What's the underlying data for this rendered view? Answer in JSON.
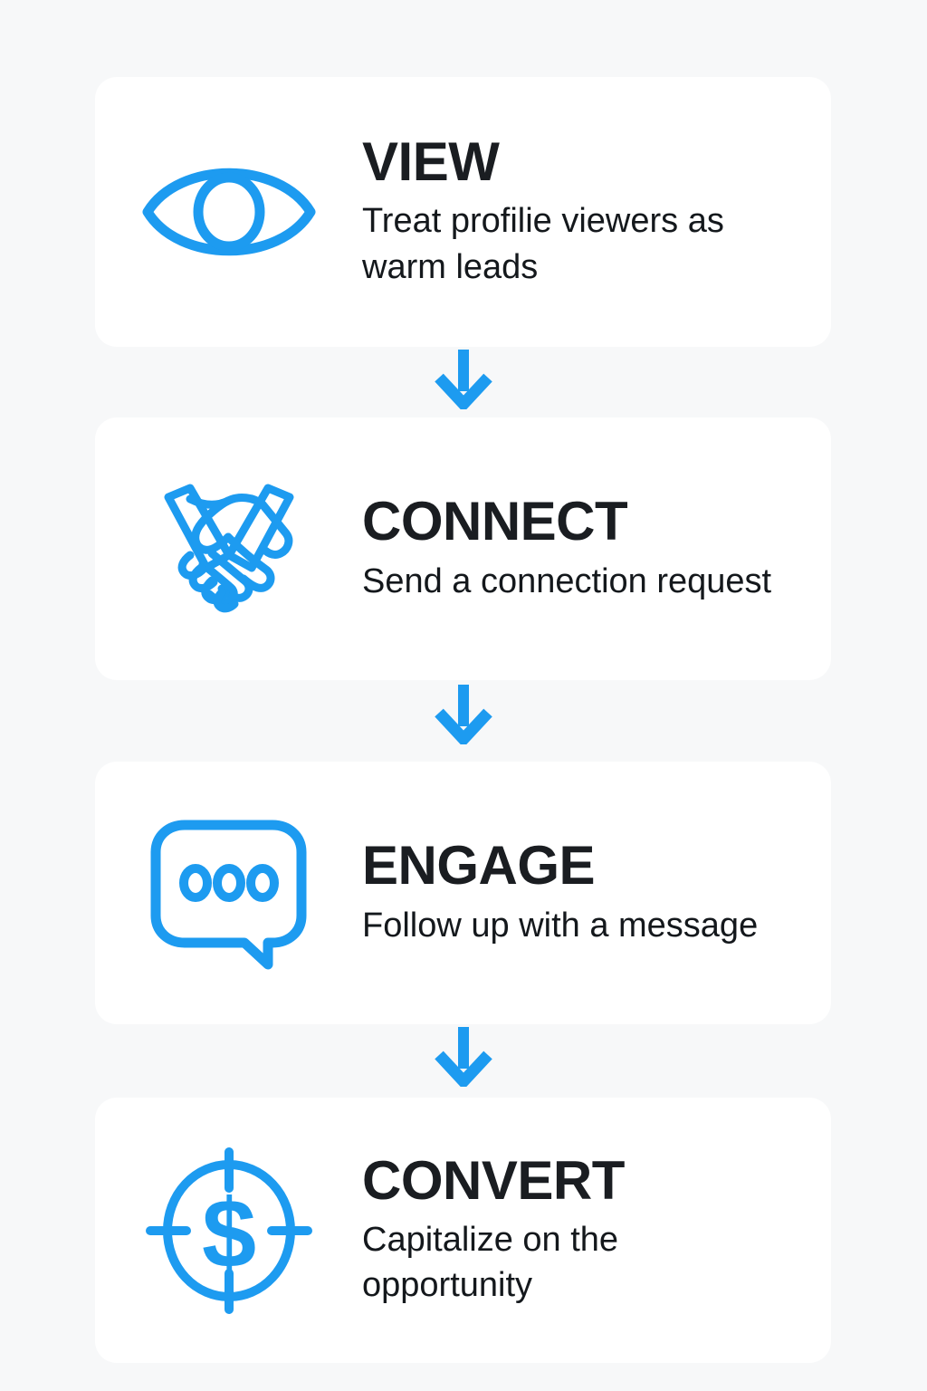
{
  "page": {
    "background_color": "#f7f8f9",
    "card_color": "#ffffff",
    "accent_color": "#1d9bf0",
    "title_color": "#1a1d21",
    "body_color": "#14181c"
  },
  "steps": [
    {
      "icon": "eye-icon",
      "title": "VIEW",
      "description": "Treat profilie viewers as warm leads"
    },
    {
      "icon": "handshake-icon",
      "title": "CONNECT",
      "description": "Send a connection request"
    },
    {
      "icon": "speech-bubble-dots-icon",
      "title": "ENGAGE",
      "description": "Follow up with a message"
    },
    {
      "icon": "target-dollar-icon",
      "title": "CONVERT",
      "description": "Capitalize on the opportunity"
    }
  ],
  "connectors": [
    {
      "icon": "arrow-down-icon"
    },
    {
      "icon": "arrow-down-icon"
    },
    {
      "icon": "arrow-down-icon"
    }
  ]
}
